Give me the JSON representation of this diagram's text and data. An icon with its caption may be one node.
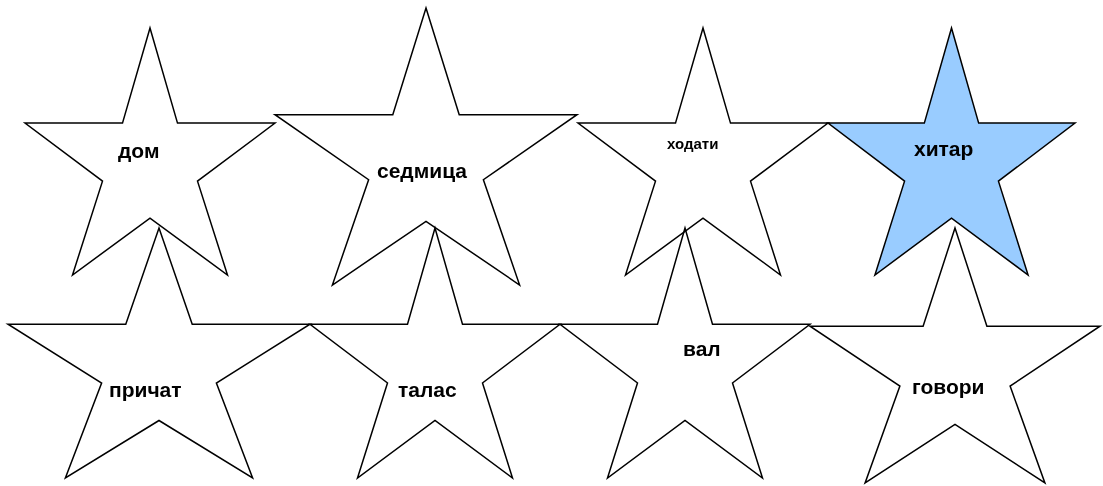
{
  "diagram": {
    "nodes": [
      {
        "text": [
          "дом"
        ]
      },
      {
        "text": [
          "седмица"
        ]
      },
      {
        "text": [
          "ходати"
        ]
      },
      {
        "text": [
          "хитар"
        ]
      },
      {
        "text": [
          "причат"
        ]
      },
      {
        "text": [
          "талас"
        ]
      },
      {
        "text": [
          "вал"
        ]
      },
      {
        "text": [
          "говори"
        ]
      }
    ]
  }
}
